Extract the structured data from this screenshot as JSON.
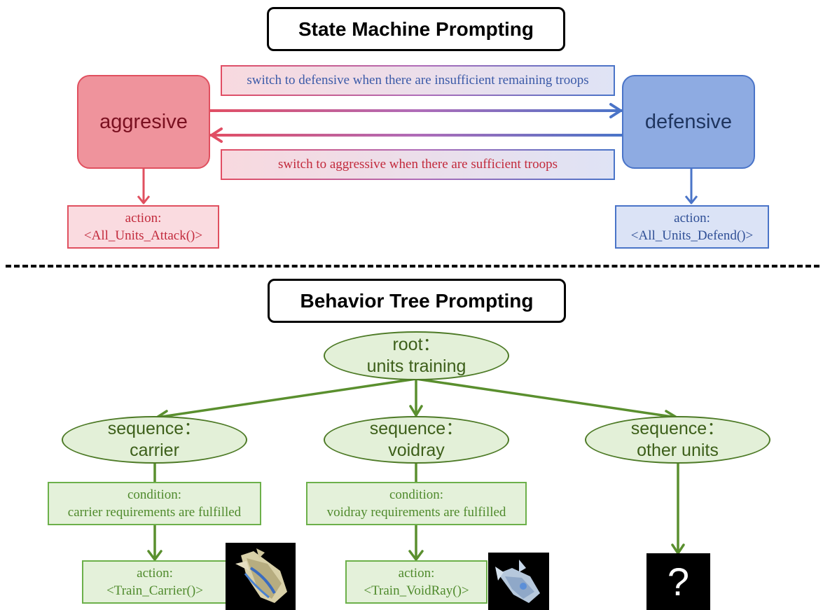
{
  "state_machine": {
    "title": "State Machine Prompting",
    "states": {
      "aggressive": {
        "label": "aggresive",
        "color": "#ef939c"
      },
      "defensive": {
        "label": "defensive",
        "color": "#8eabe2"
      }
    },
    "transitions": {
      "to_defensive": "switch to defensive when there are insufficient remaining troops",
      "to_aggressive": "switch to aggressive when there are sufficient troops"
    },
    "actions": {
      "aggressive": {
        "line1": "action:",
        "line2": "<All_Units_Attack()>"
      },
      "defensive": {
        "line1": "action:",
        "line2": "<All_Units_Defend()>"
      }
    }
  },
  "behavior_tree": {
    "title": "Behavior Tree Prompting",
    "root": {
      "line1": "root：",
      "line2": "units training"
    },
    "sequences": [
      {
        "line1": "sequence：",
        "line2": "carrier",
        "condition": {
          "line1": "condition:",
          "line2": "carrier requirements are fulfilled"
        },
        "action": {
          "line1": "action:",
          "line2": "<Train_Carrier()>"
        },
        "image": "carrier-unit-image"
      },
      {
        "line1": "sequence：",
        "line2": "voidray",
        "condition": {
          "line1": "condition:",
          "line2": "voidray requirements are fulfilled"
        },
        "action": {
          "line1": "action:",
          "line2": "<Train_VoidRay()>"
        },
        "image": "voidray-unit-image"
      },
      {
        "line1": "sequence：",
        "line2": "other units",
        "unknown": "?"
      }
    ]
  },
  "colors": {
    "red_accent": "#e0505f",
    "blue_accent": "#4a74c8",
    "green_accent": "#5a8f2e",
    "green_fill": "#e3f0d8"
  }
}
